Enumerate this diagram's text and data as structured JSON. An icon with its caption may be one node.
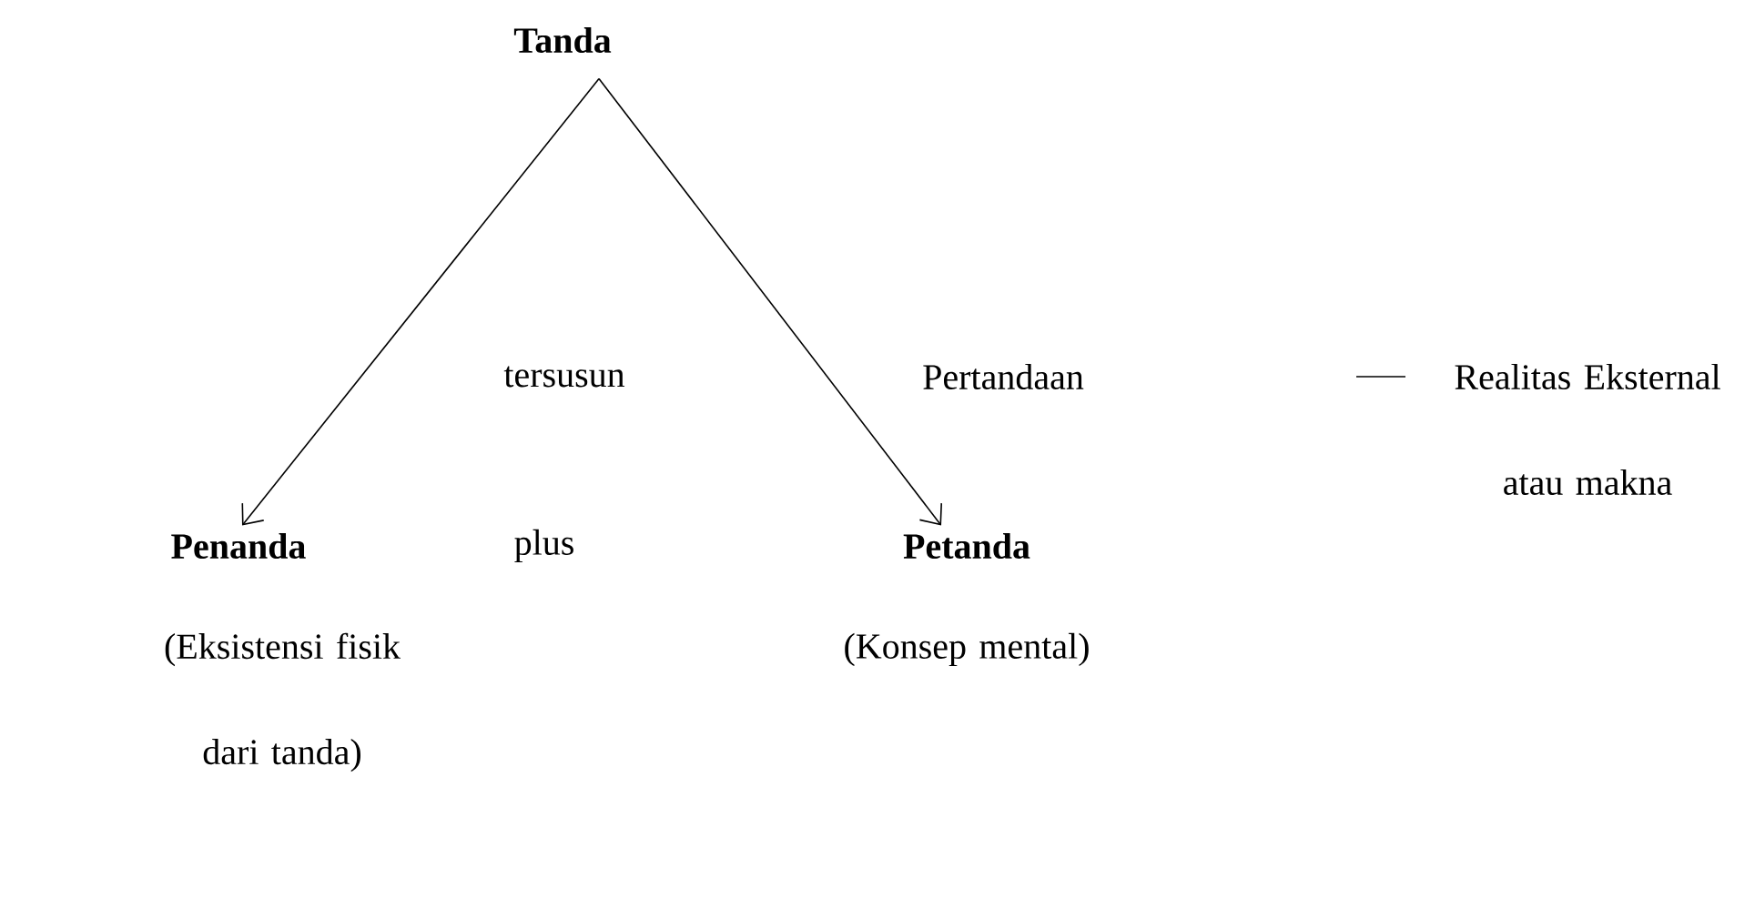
{
  "diagram": {
    "nodes": [
      {
        "text": [
          "Tanda"
        ]
      },
      {
        "text": [
          "Penanda"
        ],
        "beside": [
          "(Eksistensi fisik dari tanda)"
        ]
      },
      {
        "text": [
          "Petanda"
        ],
        "beside": [
          "(Konsep mental)"
        ]
      }
    ],
    "edges": [
      {
        "from": 0,
        "to": 1,
        "arrow": "to"
      },
      {
        "from": 0,
        "to": 2,
        "arrow": "to"
      }
    ],
    "labels": [
      "tersusun",
      "Pertandaan",
      "Realitas Eksternal atau makna",
      "plus"
    ]
  }
}
